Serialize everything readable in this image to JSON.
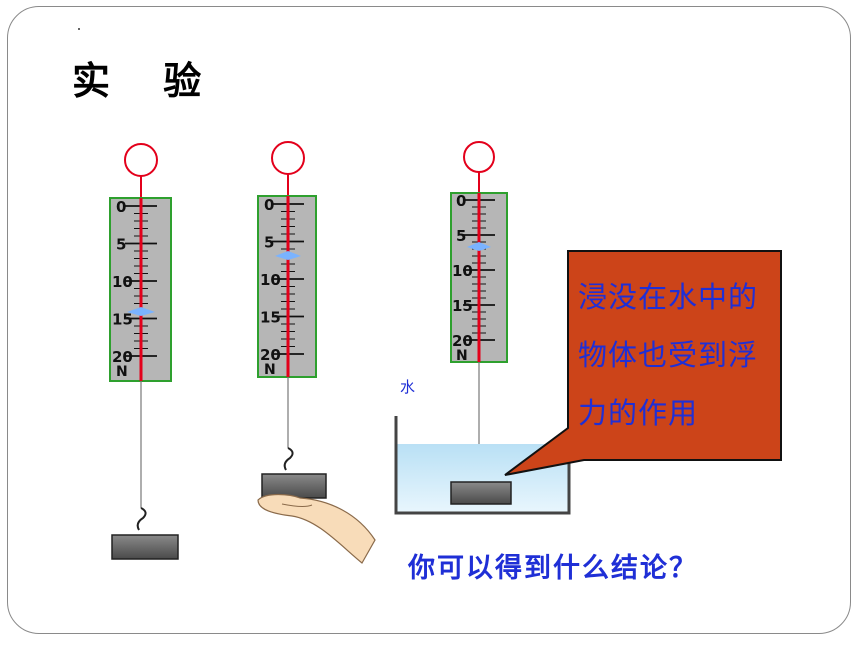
{
  "title": "实 验",
  "scale": {
    "tick_labels": [
      "0",
      "5",
      "10",
      "15",
      "20"
    ],
    "unit": "N"
  },
  "water_label": "水",
  "bubble_text": "浸没在水中的物体也受到浮力的作用",
  "question": "你可以得到什么结论？",
  "colors": {
    "spring_scale_frame": "#2ea02e",
    "spring_scale_bg": "#b6b6b6",
    "pointer_rod": "#e3001b",
    "bubble_fill": "#cc4419",
    "text_blue": "#1f2fd6",
    "water": "#cde9f7"
  }
}
